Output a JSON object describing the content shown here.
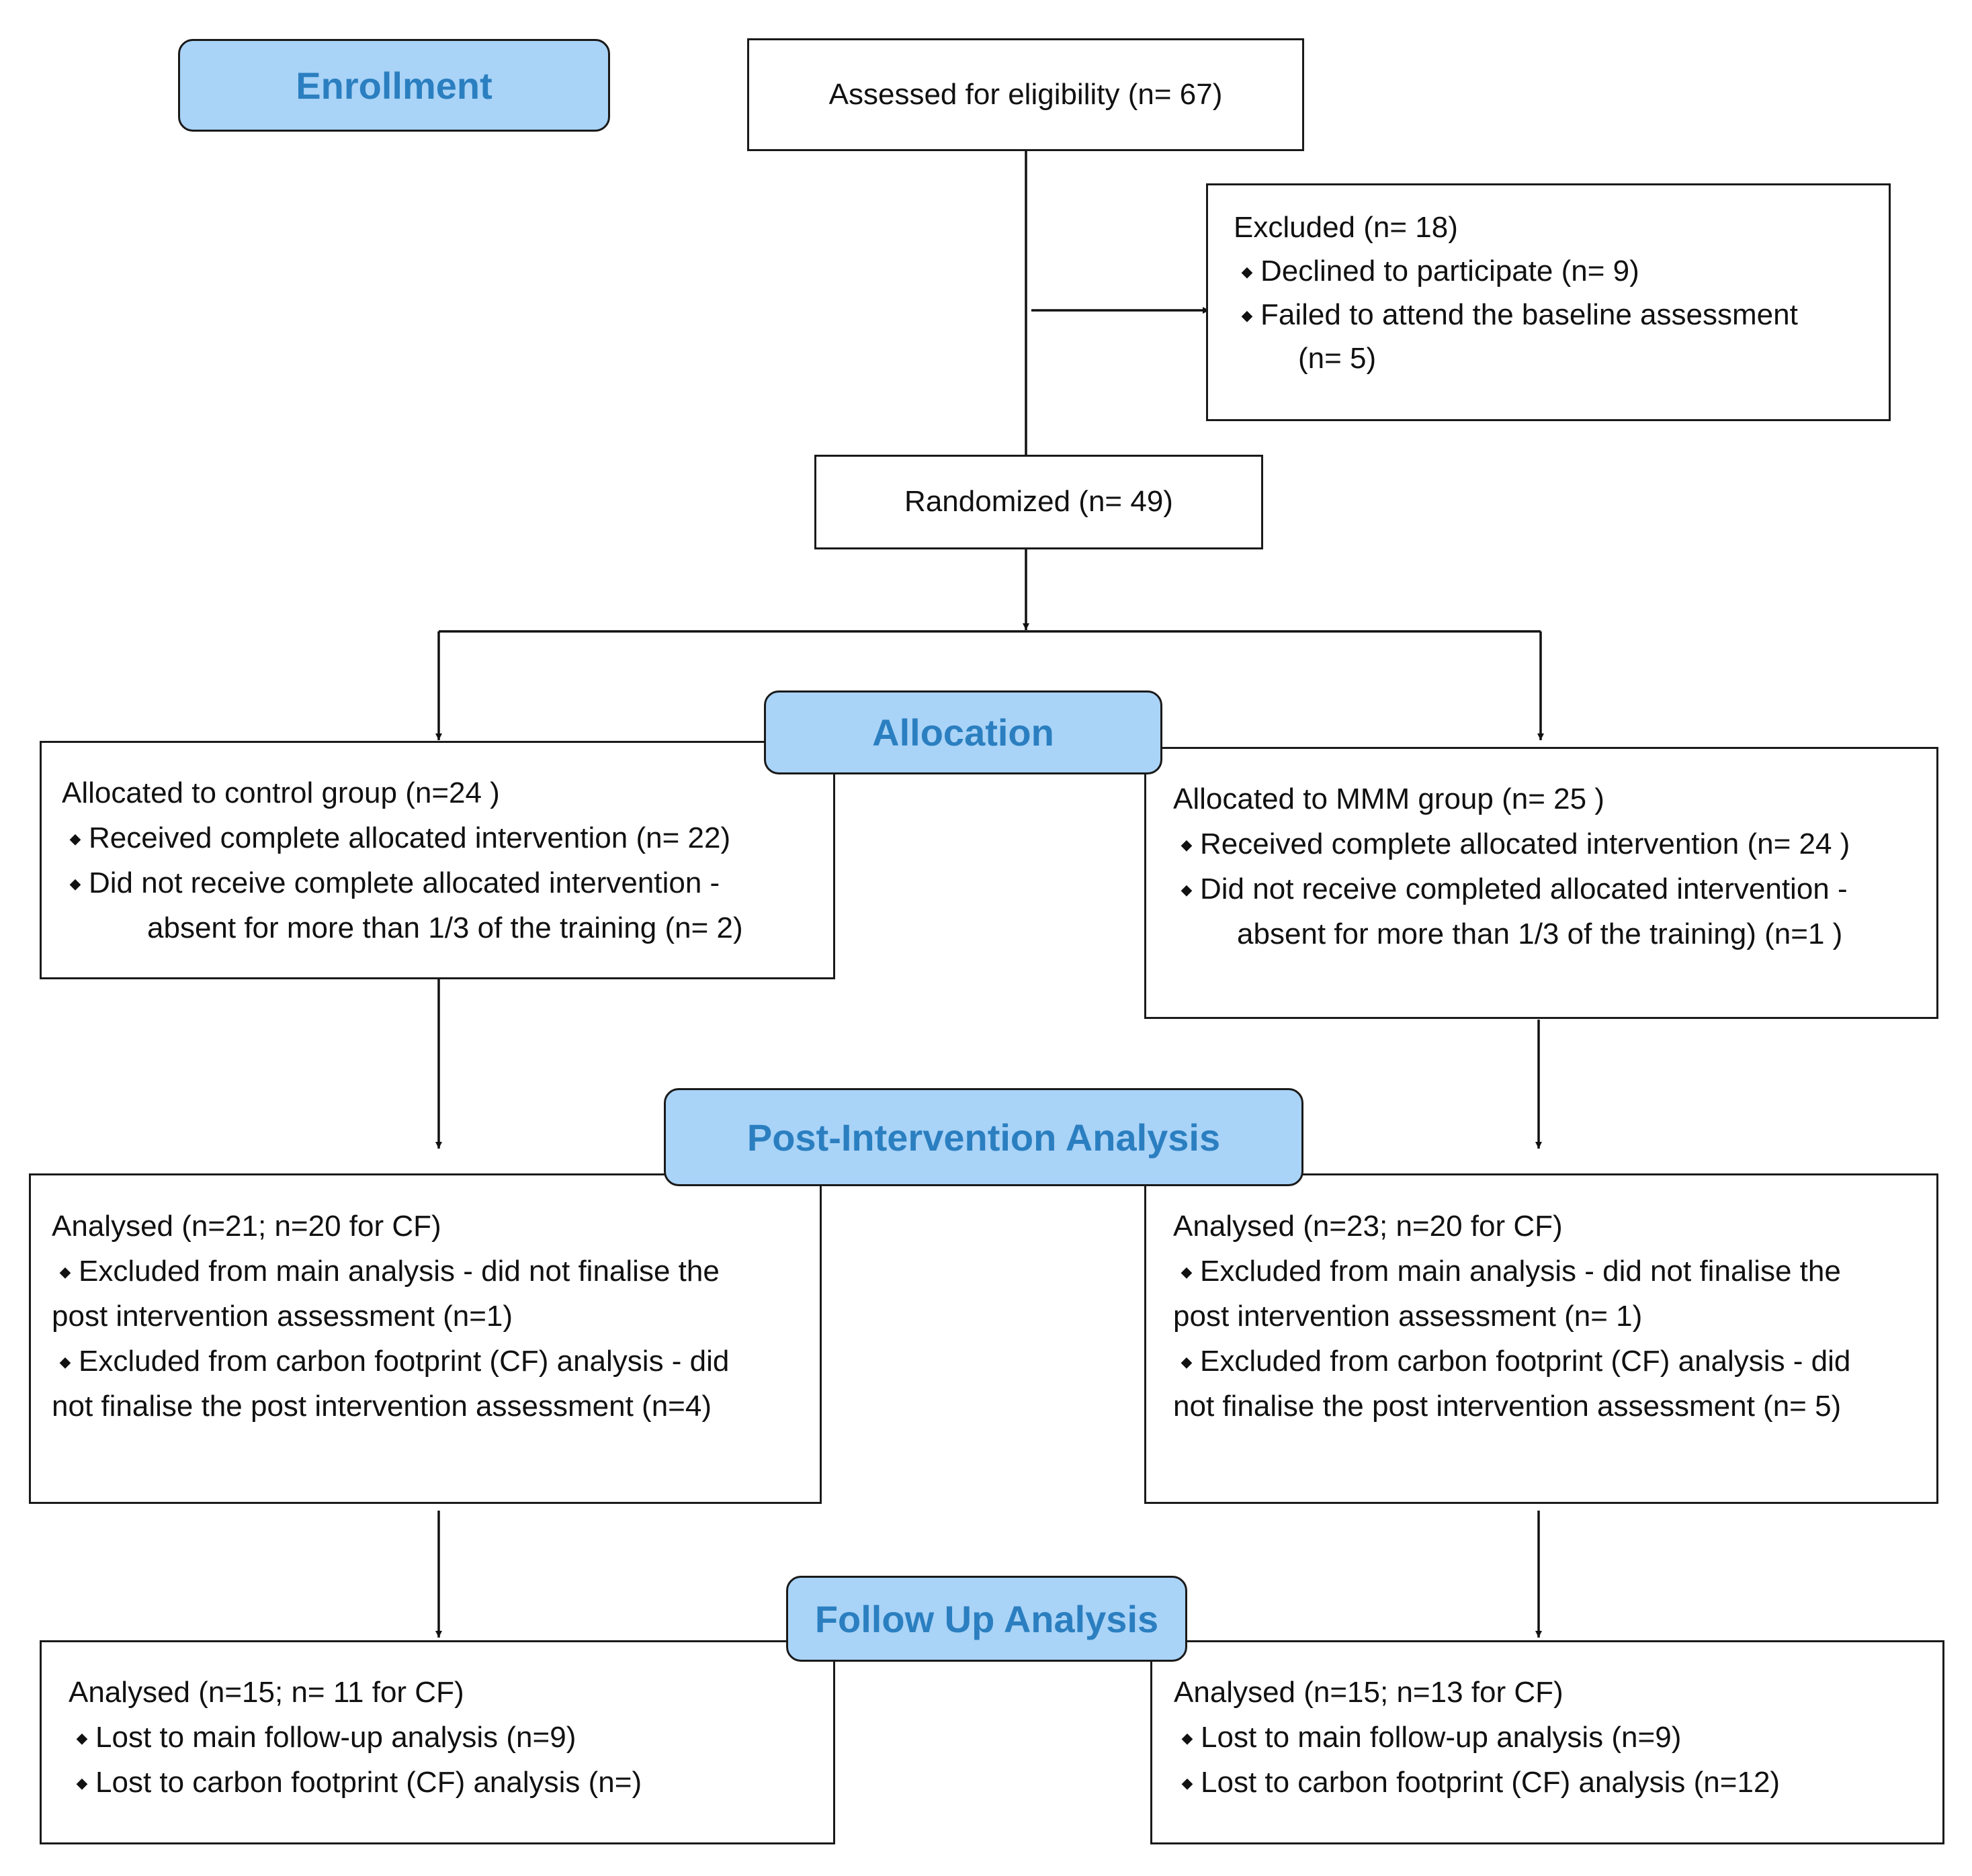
{
  "stages": {
    "enrollment": "Enrollment",
    "allocation": "Allocation",
    "post_intervention": "Post-Intervention Analysis",
    "follow_up": "Follow Up Analysis"
  },
  "assessed": "Assessed for eligibility (n= 67)",
  "excluded": {
    "title": "Excluded  (n= 18)",
    "declined": "Declined to participate (n= 9)",
    "failed_line1": "Failed to attend the baseline assessment",
    "failed_line2": "(n= 5)"
  },
  "randomized": "Randomized (n= 49)",
  "control_allocation": {
    "title": "Allocated to control group (n=24 )",
    "received": "Received complete allocated intervention (n= 22)",
    "not_received_line1": "Did not receive complete allocated intervention -",
    "not_received_line2": "absent for more than 1/3 of the training (n= 2)"
  },
  "mmm_allocation": {
    "title": "Allocated to MMM group (n= 25  )",
    "received": "Received complete allocated intervention (n= 24  )",
    "not_received_line1": "Did not receive completed allocated intervention -",
    "not_received_line2": "absent for more than 1/3 of the training) (n=1  )"
  },
  "control_post": {
    "title": "Analysed  (n=21; n=20 for CF)",
    "excluded_main_line1": "Excluded from main analysis - did not finalise the",
    "excluded_main_line2": "post intervention assessment (n=1)",
    "excluded_cf_line1": "Excluded from carbon footprint (CF) analysis - did",
    "excluded_cf_line2": "not finalise the post intervention assessment (n=4)"
  },
  "mmm_post": {
    "title": "Analysed  (n=23; n=20 for CF)",
    "excluded_main_line1": "Excluded from main analysis - did not finalise the",
    "excluded_main_line2": "post intervention assessment (n= 1)",
    "excluded_cf_line1": "Excluded from carbon footprint (CF) analysis - did",
    "excluded_cf_line2": "not finalise the post intervention assessment (n= 5)"
  },
  "control_followup": {
    "title": "Analysed  (n=15; n= 11 for CF)",
    "lost_main": "Lost to main follow-up analysis (n=9)",
    "lost_cf": "Lost to carbon footprint (CF) analysis (n=)"
  },
  "mmm_followup": {
    "title": "Analysed  (n=15; n=13 for CF)",
    "lost_main": "Lost to main follow-up analysis (n=9)",
    "lost_cf": "Lost to carbon footprint (CF) analysis (n=12)"
  }
}
